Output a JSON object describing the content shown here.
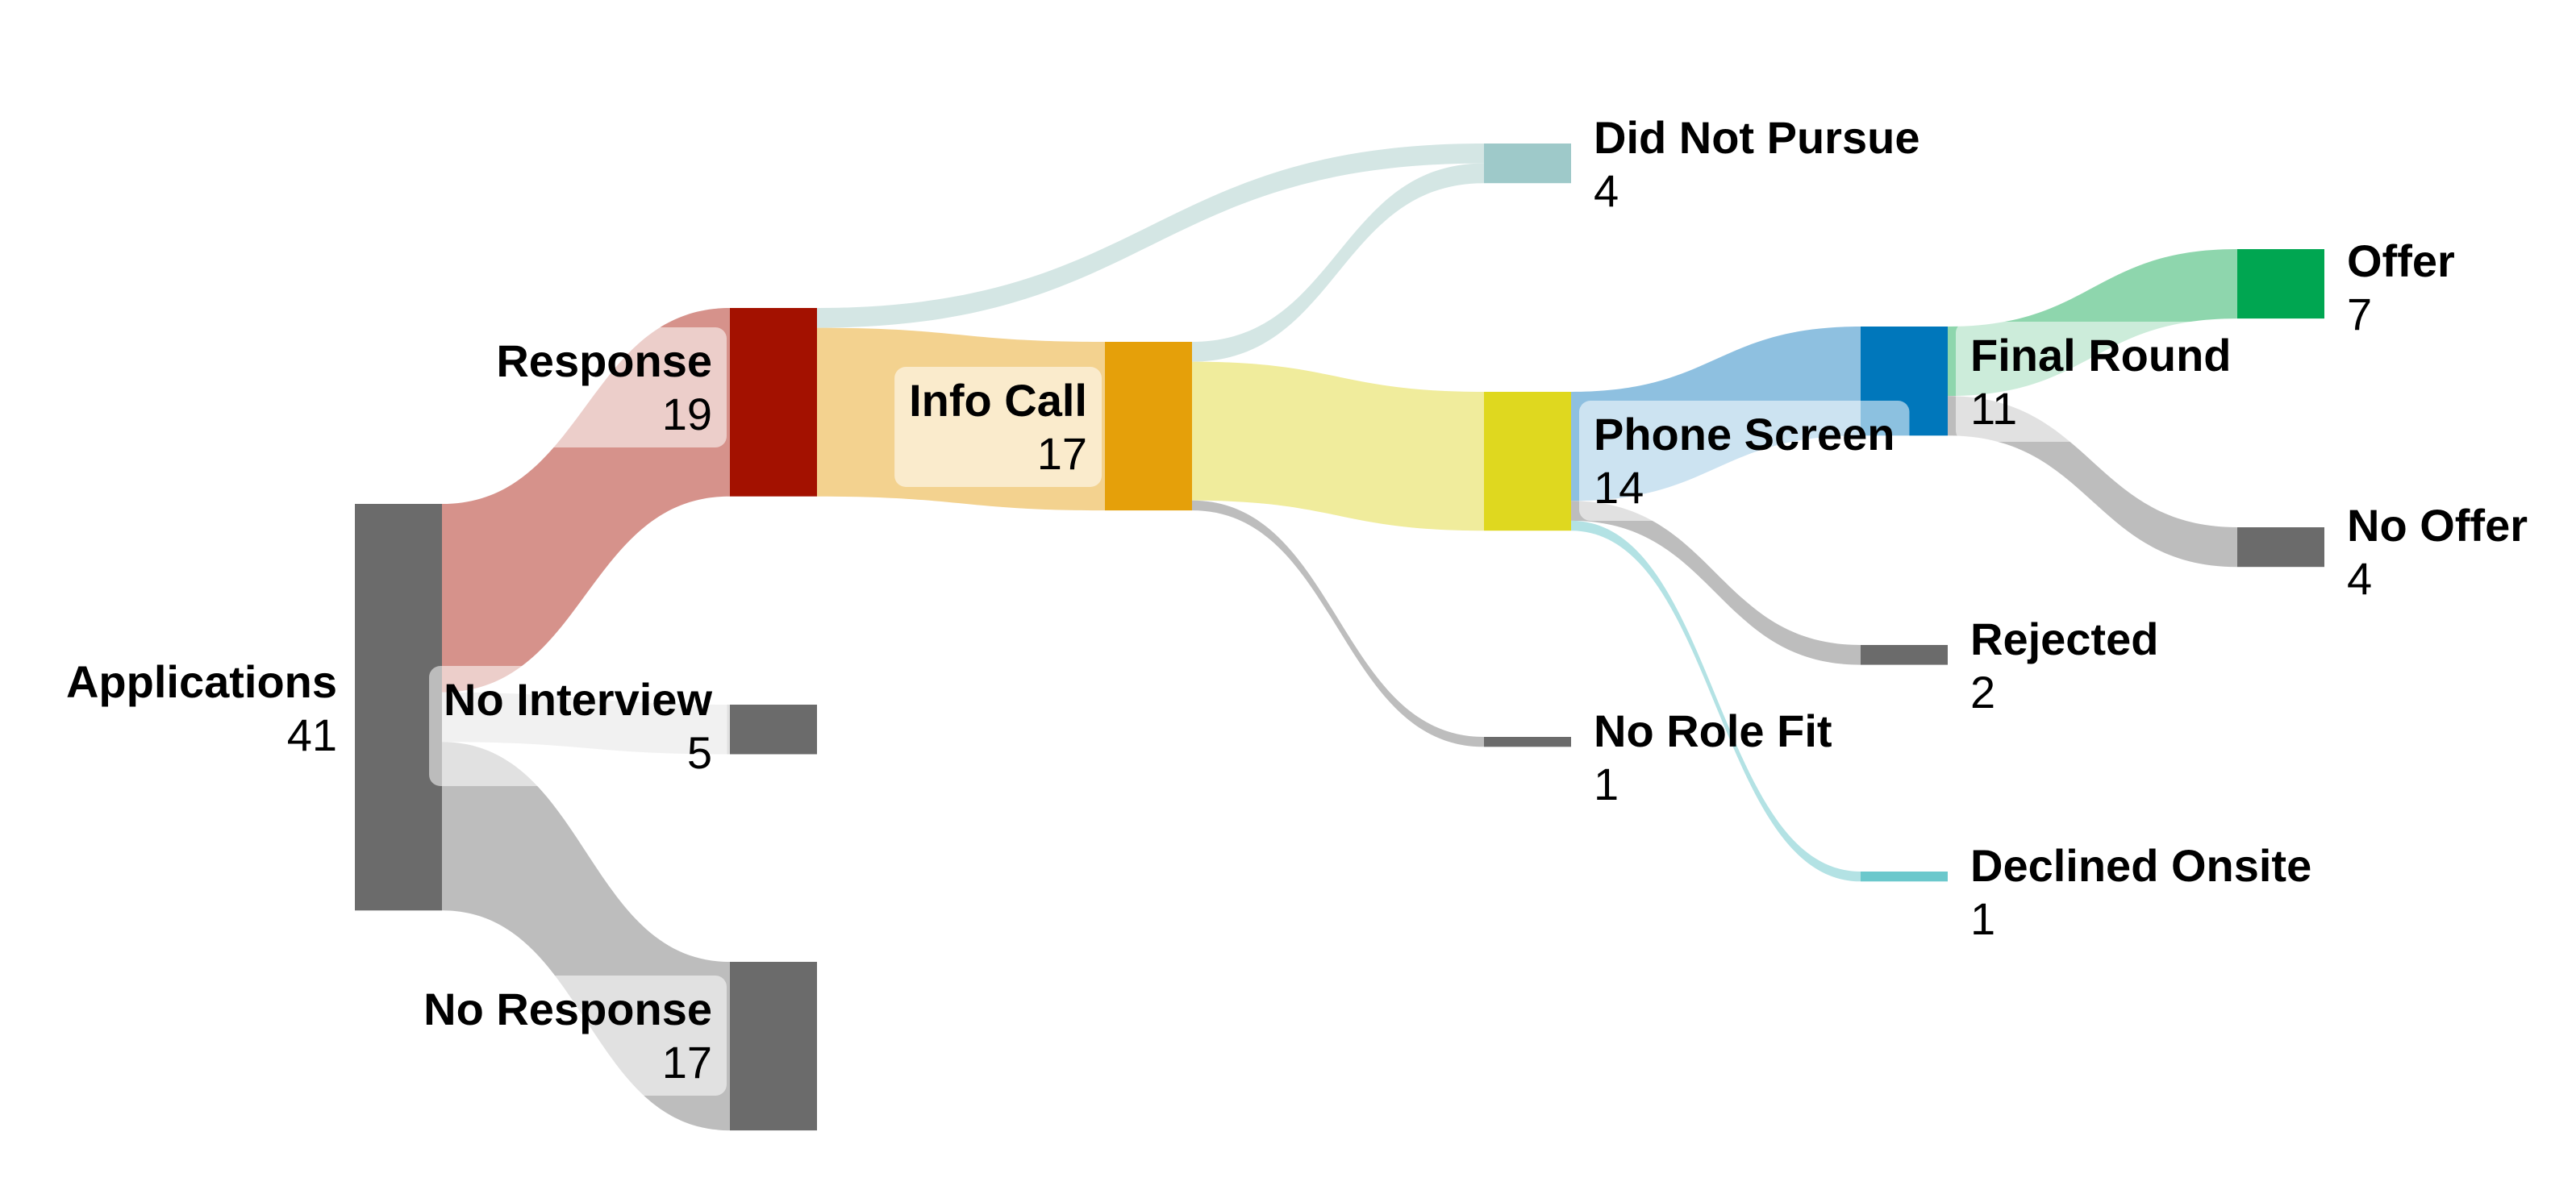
{
  "chart_data": {
    "type": "sankey",
    "nodes": [
      {
        "id": "applications",
        "label": "Applications",
        "value": 41,
        "color": "#6b6b6b"
      },
      {
        "id": "response",
        "label": "Response",
        "value": 19,
        "color": "#a31100"
      },
      {
        "id": "no_interview",
        "label": "No Interview",
        "value": 5,
        "color": "#6b6b6b"
      },
      {
        "id": "no_response",
        "label": "No Response",
        "value": 17,
        "color": "#6b6b6b"
      },
      {
        "id": "info_call",
        "label": "Info Call",
        "value": 17,
        "color": "#e5a00a"
      },
      {
        "id": "did_not_pursue",
        "label": "Did Not Pursue",
        "value": 4,
        "color": "#9ec9c9"
      },
      {
        "id": "phone_screen",
        "label": "Phone Screen",
        "value": 14,
        "color": "#dfd81f"
      },
      {
        "id": "no_role_fit",
        "label": "No Role Fit",
        "value": 1,
        "color": "#6b6b6b"
      },
      {
        "id": "final_round",
        "label": "Final Round",
        "value": 11,
        "color": "#0077bb"
      },
      {
        "id": "rejected",
        "label": "Rejected",
        "value": 2,
        "color": "#6b6b6b"
      },
      {
        "id": "declined_onsite",
        "label": "Declined Onsite",
        "value": 1,
        "color": "#6bc8cc"
      },
      {
        "id": "offer",
        "label": "Offer",
        "value": 7,
        "color": "#00a651"
      },
      {
        "id": "no_offer",
        "label": "No Offer",
        "value": 4,
        "color": "#6b6b6b"
      }
    ],
    "links": [
      {
        "source": "applications",
        "target": "response",
        "value": 19,
        "color": "#d6928b"
      },
      {
        "source": "applications",
        "target": "no_interview",
        "value": 5,
        "color": "#e0e0e0"
      },
      {
        "source": "applications",
        "target": "no_response",
        "value": 17,
        "color": "#bdbdbd"
      },
      {
        "source": "response",
        "target": "did_not_pursue",
        "value": 2,
        "color": "#d4e6e4"
      },
      {
        "source": "response",
        "target": "info_call",
        "value": 17,
        "color": "#f3d28f"
      },
      {
        "source": "info_call",
        "target": "did_not_pursue",
        "value": 2,
        "color": "#d4e6e4"
      },
      {
        "source": "info_call",
        "target": "phone_screen",
        "value": 14,
        "color": "#f0ec9c"
      },
      {
        "source": "info_call",
        "target": "no_role_fit",
        "value": 1,
        "color": "#bdbdbd"
      },
      {
        "source": "phone_screen",
        "target": "final_round",
        "value": 11,
        "color": "#8ec0e0"
      },
      {
        "source": "phone_screen",
        "target": "rejected",
        "value": 2,
        "color": "#bdbdbd"
      },
      {
        "source": "phone_screen",
        "target": "declined_onsite",
        "value": 1,
        "color": "#b3e2e4"
      },
      {
        "source": "final_round",
        "target": "offer",
        "value": 7,
        "color": "#8ed6ad"
      },
      {
        "source": "final_round",
        "target": "no_offer",
        "value": 4,
        "color": "#bdbdbd"
      }
    ]
  }
}
